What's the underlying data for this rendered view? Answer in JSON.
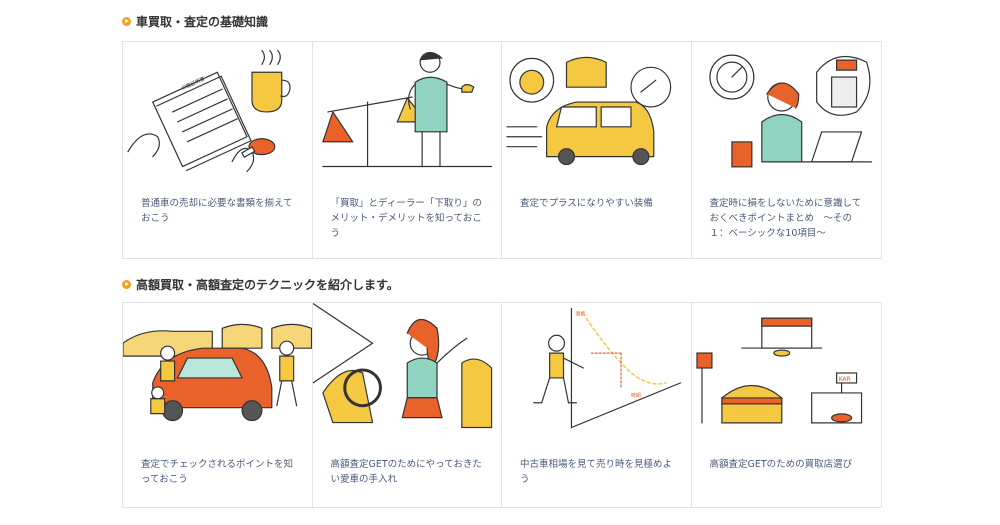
{
  "sections": [
    {
      "title": "車買取・査定の基礎知識",
      "cards": [
        {
          "caption": "普通車の売却に必要な書類を揃えておこう",
          "icon": "documents-stamp-illustration",
          "paper_title": "印鑑証明書"
        },
        {
          "caption": "「買取」とディーラー「下取り」のメリット・デメリットを知っておこう",
          "icon": "scale-balance-illustration"
        },
        {
          "caption": "査定でプラスになりやすい装備",
          "icon": "car-equipment-illustration"
        },
        {
          "caption": "査定時に損をしないために意識しておくべきポイントまとめ　～その１：ベーシックな10項目～",
          "icon": "calculator-woman-illustration"
        }
      ]
    },
    {
      "title": "高額買取・高額査定のテクニックを紹介します。",
      "cards": [
        {
          "caption": "査定でチェックされるポイントを知っておこう",
          "icon": "car-inspection-illustration"
        },
        {
          "caption": "高額査定GETのためにやっておきたい愛車の手入れ",
          "icon": "car-cleaning-illustration"
        },
        {
          "caption": "中古車相場を見て売り時を見極めよう",
          "icon": "market-chart-illustration",
          "chart_labels": [
            "価格",
            "時期"
          ]
        },
        {
          "caption": "高額査定GETのための買取店選び",
          "icon": "car-shops-illustration",
          "shop_sign": "KAR"
        }
      ]
    }
  ],
  "colors": {
    "accent": "#f0a020",
    "orange": "#e8622a",
    "yellow": "#f5c842",
    "teal": "#8fd3c0",
    "line": "#333333"
  }
}
